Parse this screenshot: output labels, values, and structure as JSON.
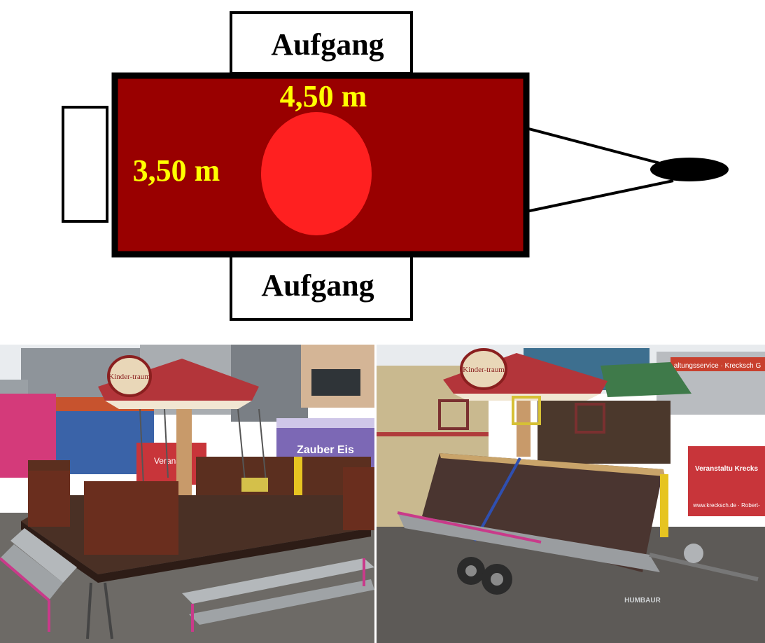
{
  "diagram": {
    "stairs_top_label": "Aufgang",
    "stairs_bottom_label": "Aufgang",
    "width_label": "4,50 m",
    "depth_label": "3,50 m",
    "colors": {
      "platform": "#990000",
      "carousel": "#ff2020",
      "label": "#ffff00",
      "outline": "#000000"
    }
  },
  "photos": {
    "left": {
      "sign_text": "Kinder-traum",
      "banner_text": "Veranstal",
      "booth_text": "Zauber Eis"
    },
    "right": {
      "sign_text": "Kinder-traum",
      "banner_text": "Veranstaltu Krecks",
      "website_text": "www.krecksch.de · Robert-",
      "facade_text": "altungsservice · Krecksch G",
      "trailer_brand": "HUMBAUR"
    }
  }
}
